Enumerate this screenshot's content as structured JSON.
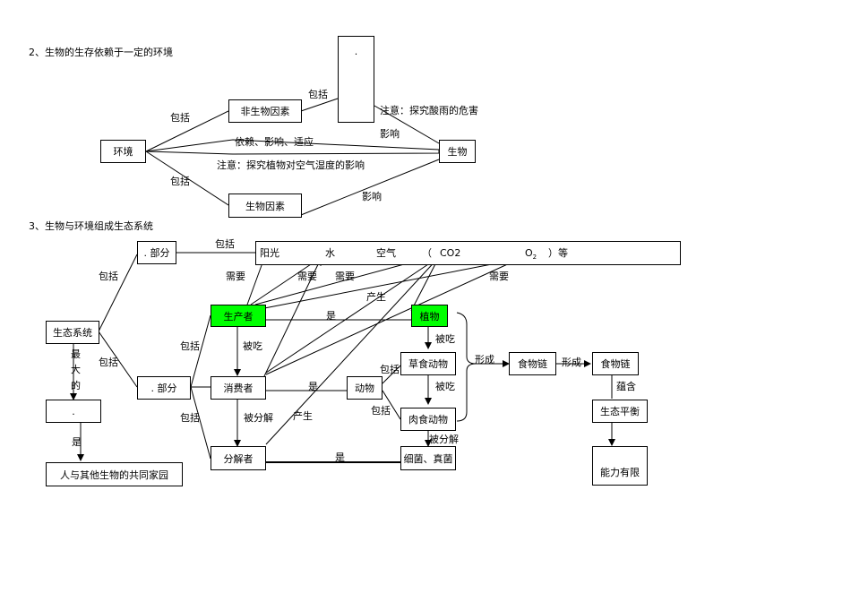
{
  "section2": {
    "heading": "2、生物的生存依赖于一定的环境",
    "env": "环境",
    "organism": "生物",
    "abiotic": "非生物因素",
    "biotic": "生物因素",
    "blank_dot": ".",
    "include1": "包括",
    "include2": "包括",
    "include3": "包括",
    "note_acid": "注意：探究酸雨的危害",
    "influence1": "影响",
    "influence2": "影响",
    "depend": "依赖、影响、适应",
    "note_humidity": "注意：探究植物对空气湿度的影响"
  },
  "section3": {
    "heading": "3、生物与环境组成生态系统",
    "ecosystem": "生态系统",
    "part1": ". 部分",
    "part2": ". 部分",
    "include_a": "包括",
    "include_b": "包括",
    "include_c": "包括",
    "include_d": "包括",
    "include_e": "包括",
    "include_f": "包括",
    "vertical_label": [
      "最",
      "大",
      "的"
    ],
    "biggest_dot": ".",
    "is_label": "是",
    "home": "人与其他生物的共同家园",
    "env_row": {
      "sunlight": "阳光",
      "water": "水",
      "air": "空气",
      "paren_open": "（",
      "co2": "CO2",
      "o2": "O",
      "o2_sub": "2",
      "etc": "）等"
    },
    "need1": "需要",
    "need2": "需要",
    "need3": "需要",
    "need4": "需要",
    "produce1": "产生",
    "produce2": "产生",
    "producer": "生产者",
    "consumer": "消费者",
    "decomposer": "分解者",
    "is1": "是",
    "is2": "是",
    "is3": "是",
    "plant": "植物",
    "animal": "动物",
    "herbivore": "草食动物",
    "carnivore": "肉食动物",
    "bacteria": "细菌、真菌",
    "eaten1": "被吃",
    "eaten2": "被吃",
    "eaten3": "被吃",
    "decomposed1": "被分解",
    "decomposed2": "被分解",
    "form1": "形成",
    "form2": "形成",
    "food_chain": "食物链",
    "food_web": "食物链",
    "contain": "蕴含",
    "balance": "生态平衡",
    "limited": "能力有限"
  }
}
